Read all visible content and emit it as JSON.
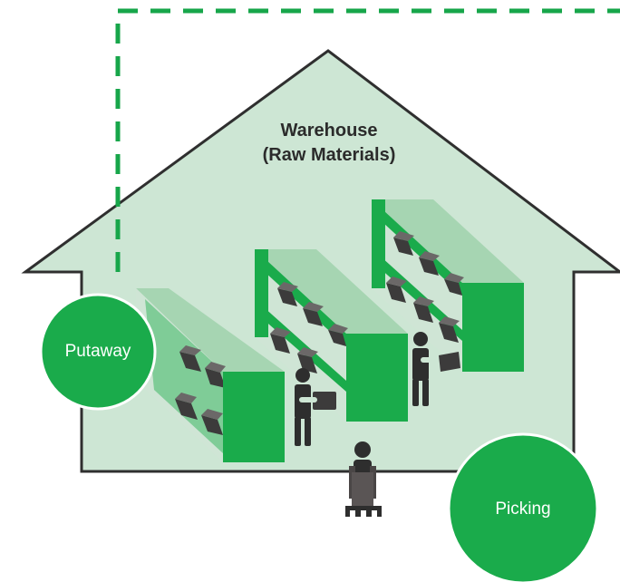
{
  "diagram": {
    "title_line1": "Warehouse",
    "title_line2": "(Raw Materials)",
    "putaway_label": "Putaway",
    "picking_label": "Picking",
    "colors": {
      "house_fill": "#cde6d4",
      "outline": "#2f2f2f",
      "shelf_front": "#1aab4b",
      "shelf_side": "#cfe5d5",
      "shelf_top": "#a6d5b2",
      "shelf_inner": "#7fcc97",
      "box_dark": "#3c3b3b",
      "box_top": "#6b6868",
      "dashed_line": "#17a64a",
      "badge_fill": "#1aab4b",
      "person": "#2e2e2e"
    },
    "icons": [
      "house-outline",
      "shelf-unit",
      "worker-icon",
      "cart-icon"
    ]
  }
}
